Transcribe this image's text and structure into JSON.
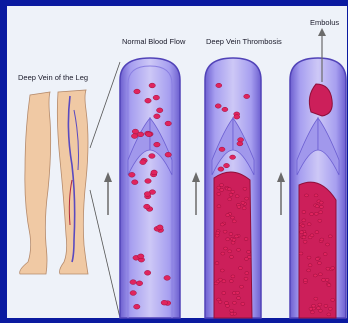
{
  "labels": {
    "leg_title": "Deep Vein of the Leg",
    "normal": "Normal Blood Flow",
    "dvt": "Deep Vein Thrombosis",
    "embolus": "Embolus"
  },
  "colors": {
    "frame": "#0a1aa0",
    "panel": "#eef2f9",
    "vein_wall": "#7b6fd6",
    "vein_lumen": "#b9b3ee",
    "blood_cell": "#e0245e",
    "clot": "#cc1f5a",
    "skin": "#f0c9a4",
    "arrow": "#6b6b6b"
  },
  "icons": [
    "up-arrow-icon",
    "leg-illustration",
    "vein-tube",
    "blood-cell",
    "clot-mass",
    "embolus-mass"
  ]
}
